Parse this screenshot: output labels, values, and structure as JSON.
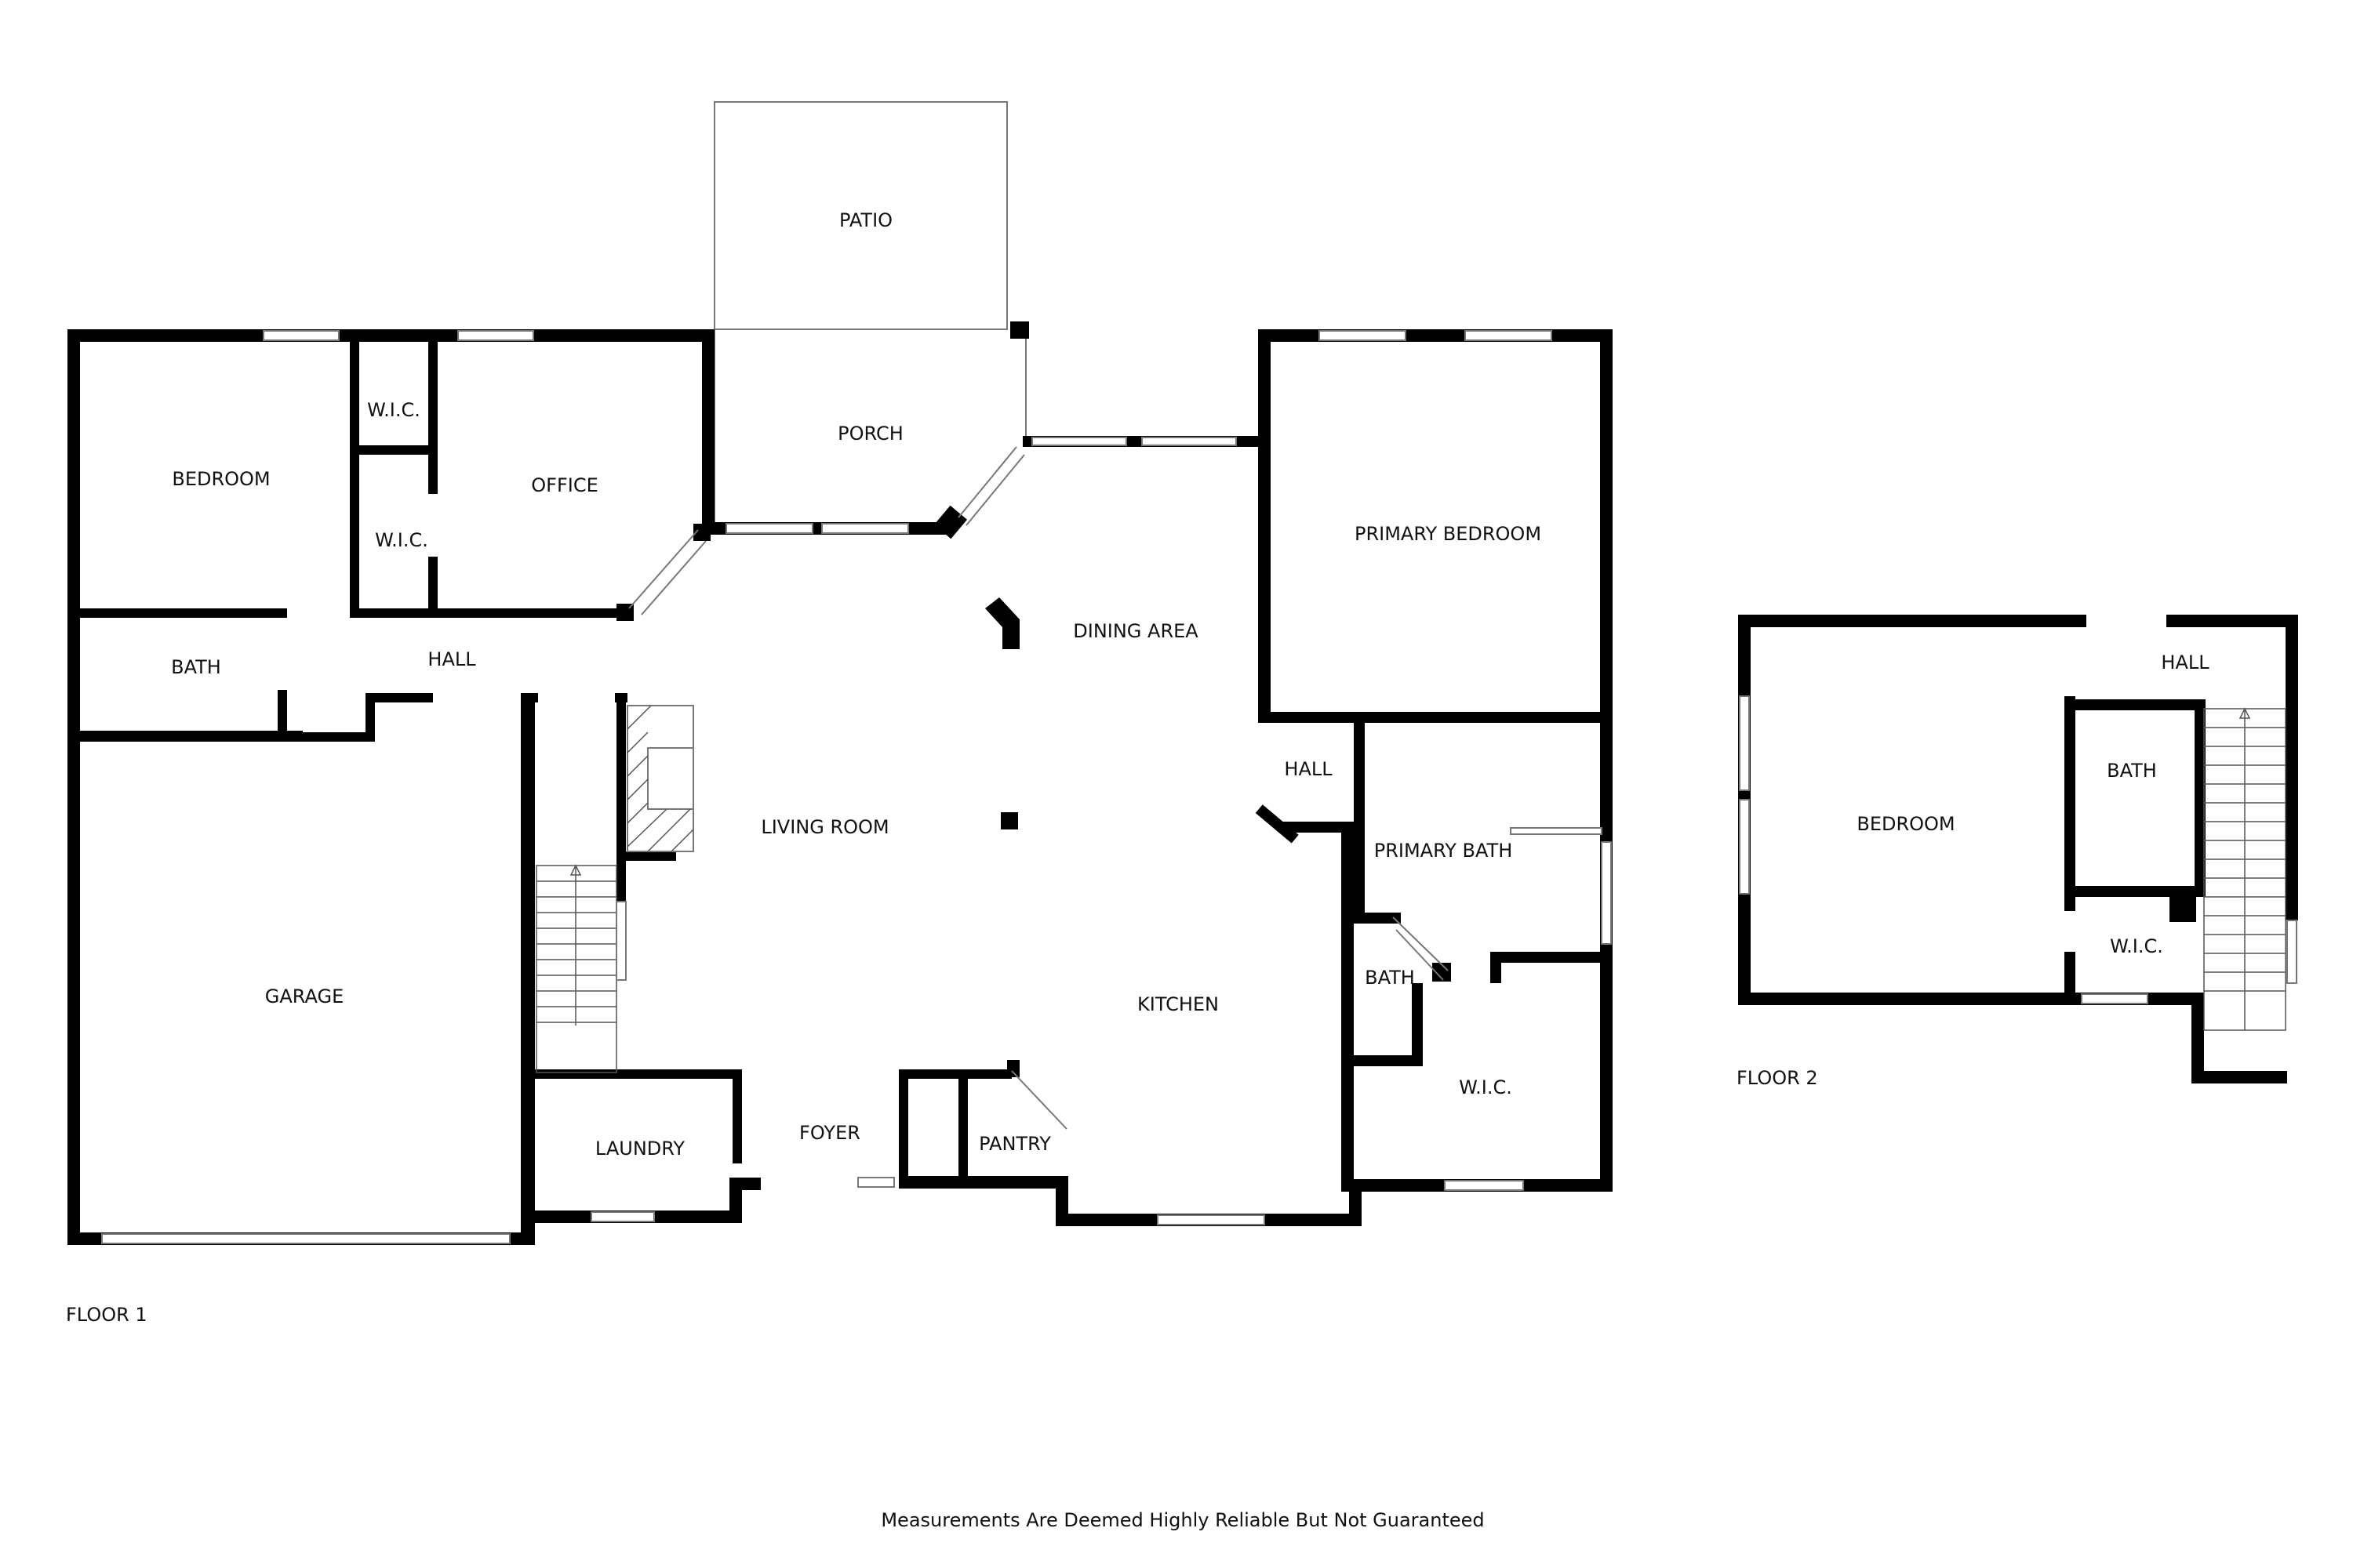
{
  "floors": [
    {
      "id": "floor-1",
      "label": "FLOOR 1"
    },
    {
      "id": "floor-2",
      "label": "FLOOR 2"
    }
  ],
  "rooms": {
    "patio": "PATIO",
    "porch": "PORCH",
    "bedroom_1": "BEDROOM",
    "wic_upper": "W.I.C.",
    "wic_lower": "W.I.C.",
    "office": "OFFICE",
    "bath_1": "BATH",
    "hall_1": "HALL",
    "garage": "GARAGE",
    "living_room": "LIVING ROOM",
    "dining_area": "DINING AREA",
    "kitchen": "KITCHEN",
    "laundry": "LAUNDRY",
    "foyer": "FOYER",
    "pantry": "PANTRY",
    "primary_bedroom": "PRIMARY BEDROOM",
    "hall_primary": "HALL",
    "primary_bath": "PRIMARY BATH",
    "bath_primary": "BATH",
    "wic_primary": "W.I.C.",
    "bedroom_2": "BEDROOM",
    "hall_2": "HALL",
    "bath_2": "BATH",
    "wic_2": "W.I.C."
  },
  "disclaimer": "Measurements Are Deemed Highly Reliable But Not Guaranteed"
}
